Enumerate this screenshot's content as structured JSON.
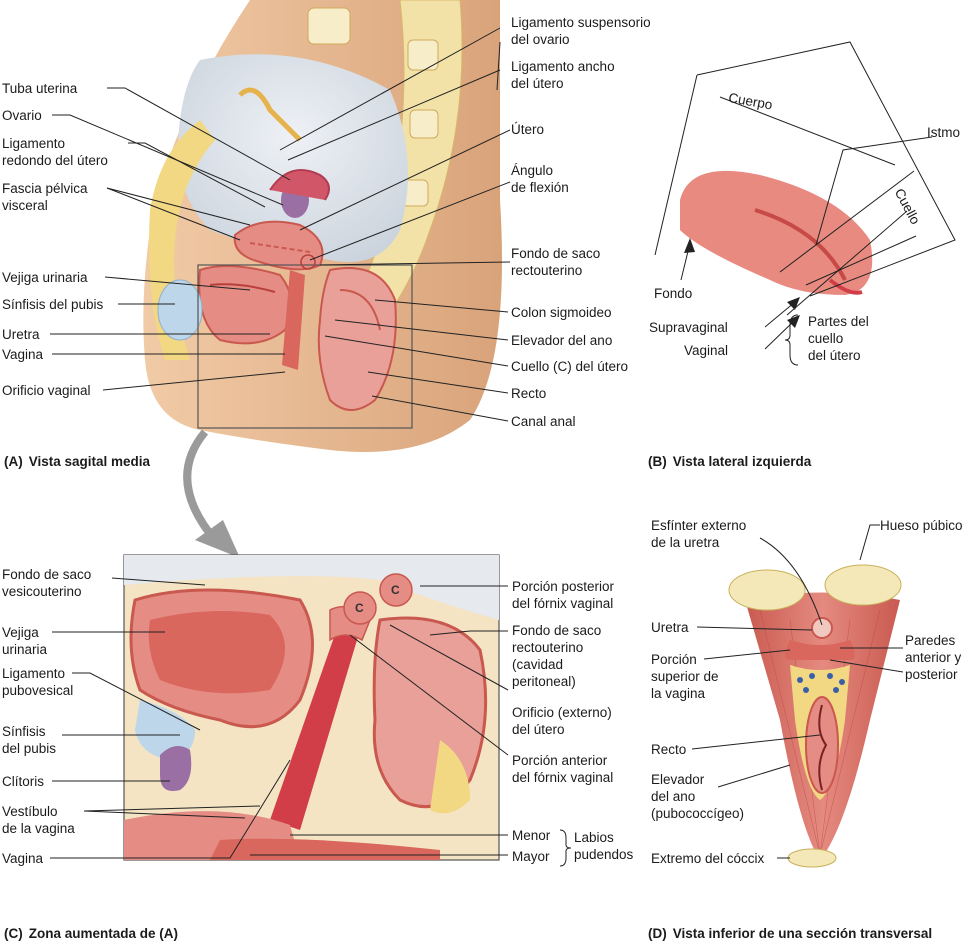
{
  "colors": {
    "tissue": "#e58c84",
    "tissue_dark": "#c9584f",
    "muscle": "#d9675d",
    "fat": "#f2d882",
    "bone": "#f4e8b8",
    "skin": "#e9b98f",
    "bladder": "#bdd6ea",
    "peritoneum": "#d4dbe3",
    "leader": "#222222",
    "arrow": "#9a9a9a"
  },
  "panel_a": {
    "caption_key": "(A)",
    "caption": "Vista sagital media",
    "labels_left": {
      "tuba": "Tuba uterina",
      "ovario": "Ovario",
      "ligamento_redondo": "Ligamento\nredondo del útero",
      "fascia": "Fascia pélvica\nvisceral",
      "vejiga": "Vejiga urinaria",
      "sinfisis": "Sínfisis del pubis",
      "uretra": "Uretra",
      "vagina": "Vagina",
      "orificio": "Orificio vaginal"
    },
    "labels_right": {
      "lig_suspensorio": "Ligamento suspensorio\ndel ovario",
      "lig_ancho": "Ligamento ancho\ndel útero",
      "utero": "Útero",
      "angulo": "Ángulo\nde flexión",
      "fondo_saco": "Fondo de saco\nrectouterino",
      "colon": "Colon sigmoideo",
      "elevador": "Elevador del ano",
      "cuello": "Cuello (C) del útero",
      "recto": "Recto",
      "canal": "Canal anal"
    }
  },
  "panel_b": {
    "caption_key": "(B)",
    "caption": "Vista lateral izquierda",
    "cuerpo": "Cuerpo",
    "istmo": "Istmo",
    "cuello": "Cuello",
    "fondo": "Fondo",
    "supravaginal": "Supravaginal",
    "vaginal": "Vaginal",
    "partes": "Partes del\ncuello\ndel útero"
  },
  "panel_c": {
    "caption_key": "(C)",
    "caption": "Zona aumentada de (A)",
    "marker": "C",
    "labels_left": {
      "fondo_vesico": "Fondo de saco\nvesicouterino",
      "vejiga": "Vejiga\nurinaria",
      "lig_pubovesical": "Ligamento\npubovesical",
      "sinfisis": "Sínfisis\ndel pubis",
      "clitoris": "Clítoris",
      "vestibulo": "Vestíbulo\nde la vagina",
      "vagina": "Vagina"
    },
    "labels_right": {
      "fornix_post": "Porción posterior\ndel fórnix vaginal",
      "fondo_recto": "Fondo de saco\nrectouterino\n(cavidad\nperitoneal)",
      "orificio": "Orificio (externo)\ndel útero",
      "fornix_ant": "Porción anterior\ndel fórnix vaginal",
      "menor": "Menor",
      "mayor": "Mayor",
      "labios": "Labios\npudendos"
    }
  },
  "panel_d": {
    "caption_key": "(D)",
    "caption": "Vista inferior de una sección transversal\na la altura del hiato urogenital",
    "esfinter": "Esfínter externo\nde la uretra",
    "hueso": "Hueso púbico",
    "uretra": "Uretra",
    "porcion_sup": "Porción\nsuperior de\nla vagina",
    "paredes": "Paredes\nanterior y\nposterior",
    "recto": "Recto",
    "elevador": "Elevador\ndel ano\n(pubococcígeo)",
    "coccix": "Extremo del cóccix"
  }
}
